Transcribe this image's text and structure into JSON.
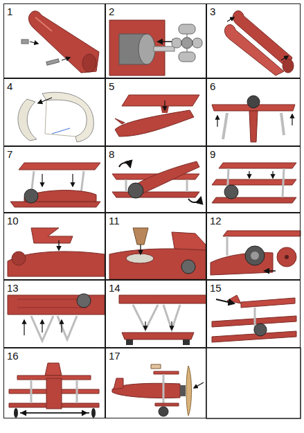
{
  "diagram": {
    "nodes": [
      {
        "text": [
          "1"
        ]
      },
      {
        "text": [
          "2"
        ]
      },
      {
        "text": [
          "3"
        ]
      },
      {
        "text": [
          "4"
        ]
      },
      {
        "text": [
          "5"
        ]
      },
      {
        "text": [
          "6"
        ]
      },
      {
        "text": [
          "7"
        ]
      },
      {
        "text": [
          "8"
        ]
      },
      {
        "text": [
          "9"
        ]
      },
      {
        "text": [
          "10"
        ]
      },
      {
        "text": [
          "11"
        ]
      },
      {
        "text": [
          "12"
        ]
      },
      {
        "text": [
          "13"
        ]
      },
      {
        "text": [
          "14"
        ]
      },
      {
        "text": [
          "15"
        ]
      },
      {
        "text": [
          "16"
        ]
      },
      {
        "text": [
          "17"
        ]
      }
    ],
    "edges": []
  }
}
